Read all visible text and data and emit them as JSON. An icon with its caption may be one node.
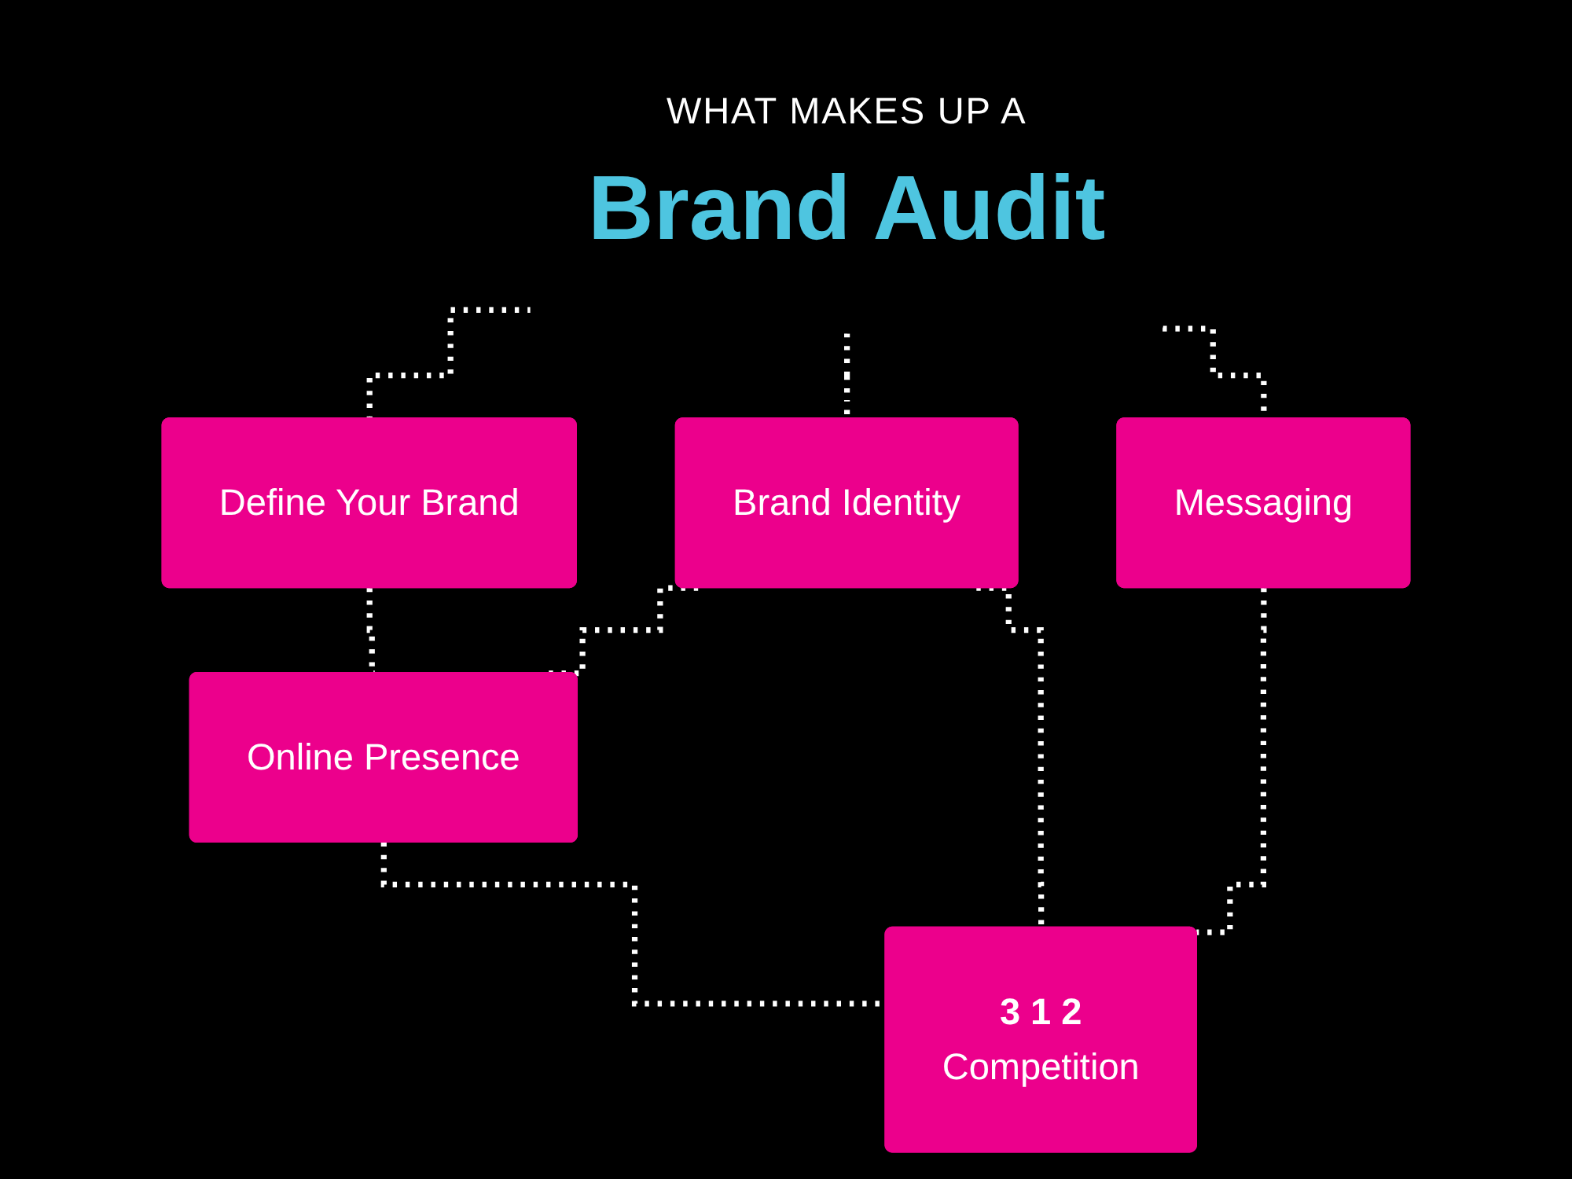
{
  "diagram": {
    "nodes": [
      {
        "text": [
          "WHAT MAKES UP A",
          "Brand Audit"
        ]
      },
      {
        "text": [
          "Define Your Brand"
        ]
      },
      {
        "text": [
          "Brand Identity"
        ]
      },
      {
        "text": [
          "Messaging"
        ]
      },
      {
        "text": [
          "Online Presence"
        ]
      },
      {
        "text": [
          "3 1 2",
          "Competition"
        ]
      }
    ],
    "edges": [
      {
        "from": 0,
        "to": 1,
        "arrow": "none",
        "style": "dashed"
      },
      {
        "from": 0,
        "to": 2,
        "arrow": "none",
        "style": "dashed"
      },
      {
        "from": 0,
        "to": 3,
        "arrow": "none",
        "style": "dashed"
      },
      {
        "from": 1,
        "to": 4,
        "arrow": "none",
        "style": "dashed"
      },
      {
        "from": 2,
        "to": 4,
        "arrow": "none",
        "style": "dashed"
      },
      {
        "from": 2,
        "to": 5,
        "arrow": "none",
        "style": "dashed"
      },
      {
        "from": 4,
        "to": 5,
        "arrow": "none",
        "style": "dashed"
      },
      {
        "from": 3,
        "to": 5,
        "arrow": "none",
        "style": "dashed"
      }
    ]
  }
}
